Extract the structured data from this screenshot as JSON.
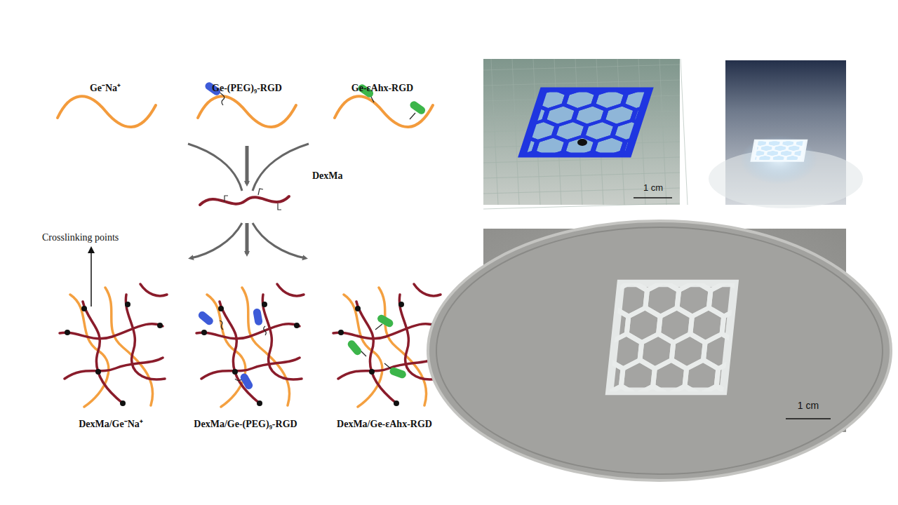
{
  "diagram": {
    "labels": [
      "Ge⁻Na⁺",
      "Ge-(PEG)₉-RGD",
      "Ge-εAhx-RGD",
      "DexMa",
      "Crosslinking points",
      "DexMa/Ge⁻Na⁺",
      "DexMa/Ge-(PEG)₉-RGD",
      "DexMa/Ge-εAhx-RGD",
      "1 cm",
      "1 cm"
    ]
  }
}
